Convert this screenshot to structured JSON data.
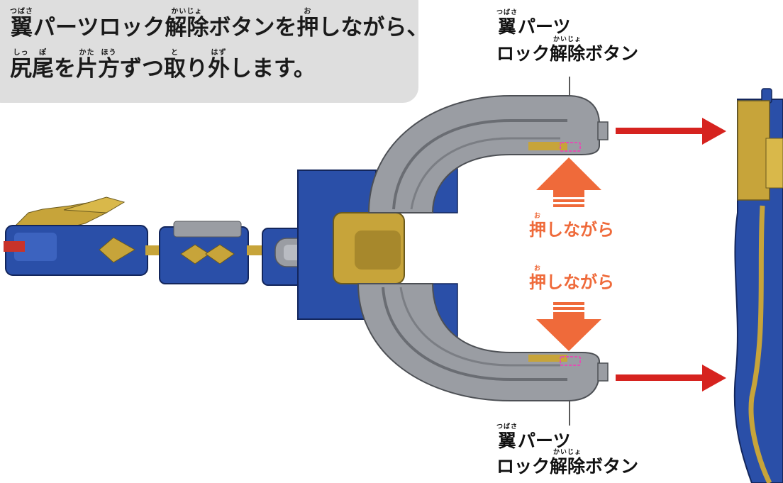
{
  "instruction": {
    "line1": [
      {
        "base": "翼",
        "ruby": "つばさ"
      },
      {
        "base": "パーツロック",
        "ruby": ""
      },
      {
        "base": "解除",
        "ruby": "かいじょ"
      },
      {
        "base": "ボタンを",
        "ruby": ""
      },
      {
        "base": "押",
        "ruby": "お"
      },
      {
        "base": "しながら、",
        "ruby": ""
      }
    ],
    "line2": [
      {
        "base": "尻",
        "ruby": "しっ"
      },
      {
        "base": "尾",
        "ruby": "ぽ"
      },
      {
        "base": "を",
        "ruby": ""
      },
      {
        "base": "片",
        "ruby": "かた"
      },
      {
        "base": "方",
        "ruby": "ほう"
      },
      {
        "base": "ずつ",
        "ruby": ""
      },
      {
        "base": "取",
        "ruby": "と"
      },
      {
        "base": "り",
        "ruby": ""
      },
      {
        "base": "外",
        "ruby": "はず"
      },
      {
        "base": "します。",
        "ruby": ""
      }
    ]
  },
  "label_top": {
    "line1": [
      {
        "base": "翼",
        "ruby": "つばさ"
      },
      {
        "base": "パーツ",
        "ruby": ""
      }
    ],
    "line2": [
      {
        "base": "ロック",
        "ruby": ""
      },
      {
        "base": "解除",
        "ruby": "かいじょ"
      },
      {
        "base": "ボタン",
        "ruby": ""
      }
    ]
  },
  "label_bottom": {
    "line1": [
      {
        "base": "翼",
        "ruby": "つばさ"
      },
      {
        "base": "パーツ",
        "ruby": ""
      }
    ],
    "line2": [
      {
        "base": "ロック",
        "ruby": ""
      },
      {
        "base": "解除",
        "ruby": "かいじょ"
      },
      {
        "base": "ボタン",
        "ruby": ""
      }
    ]
  },
  "press_top": [
    {
      "base": "押",
      "ruby": "お"
    },
    {
      "base": "しながら",
      "ruby": ""
    }
  ],
  "press_bottom": [
    {
      "base": "押",
      "ruby": "お"
    },
    {
      "base": "しながら",
      "ruby": ""
    }
  ],
  "colors": {
    "toy_blue": "#2a4fa8",
    "toy_gray": "#9a9da3",
    "toy_gold": "#c7a43a",
    "arrow_red": "#d6231f",
    "press_orange": "#ef6a3a",
    "button_pink": "#e24fb3"
  }
}
